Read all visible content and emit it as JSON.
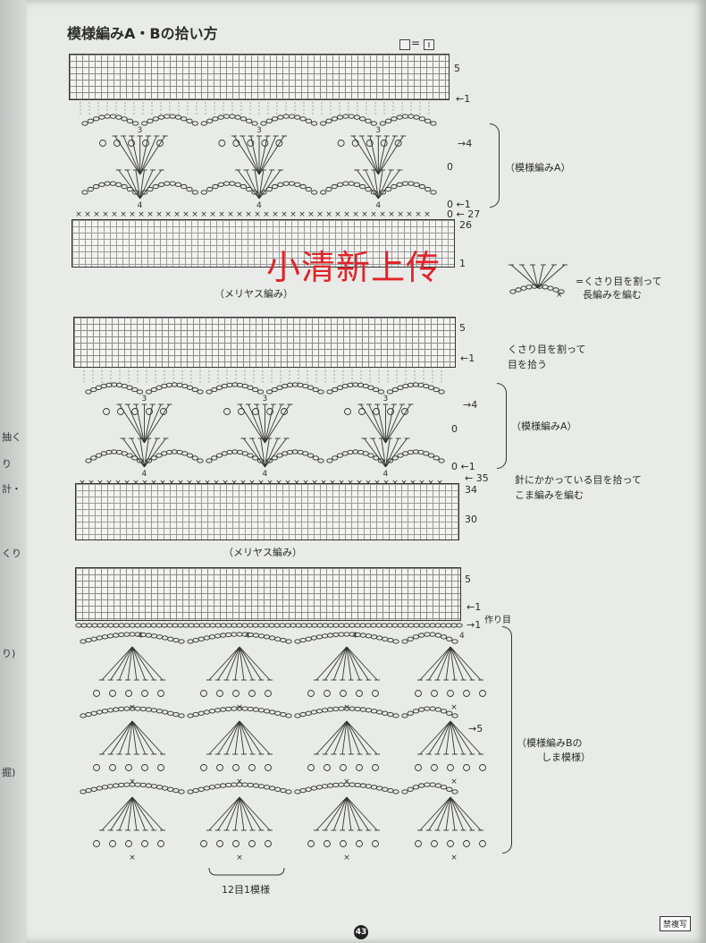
{
  "title": "模様編みA・Bの拾い方",
  "legend": {
    "equals": "="
  },
  "left_page": {
    "fragments": [
      "抽く",
      "り",
      "計・",
      "くり",
      "り)",
      "掘)"
    ]
  },
  "section1": {
    "rows_top": "5",
    "row_start": "←1",
    "pattern_rows": "→4",
    "pattern_zero": "0",
    "pattern_label": "（模様編みA）",
    "pattern_row1": "0 ←1",
    "pickup": "0 ← 27",
    "stockinette_rows": "26",
    "stockinette_row1": "1",
    "stockinette_label": "（メリヤス編み）",
    "chain_counts": [
      "3",
      "3",
      "3",
      "4",
      "4",
      "4"
    ]
  },
  "note_split_chain": {
    "text_line1": "=くさり目を割って",
    "text_line2": "長編みを編む"
  },
  "section2": {
    "rows_top": "5",
    "row_start": "←1",
    "pick_note_line1": "くさり目を割って",
    "pick_note_line2": "目を拾う",
    "pattern_rows": "→4",
    "pattern_zero": "0",
    "pattern_label": "（模様編みA）",
    "pattern_row1": "0 ←1",
    "pickup": "← 35",
    "pickup_note_line1": "針にかかっている目を拾って",
    "pickup_note_line2": "こま編みを編む",
    "stockinette_rows": "34",
    "stockinette_row30": "30",
    "stockinette_label": "（メリヤス編み）",
    "chain_counts": [
      "3",
      "3",
      "3",
      "4",
      "4",
      "4"
    ]
  },
  "section3": {
    "rows_top": "5",
    "row_start": "←1",
    "cast_on": "作り目",
    "cast_on_row": "→1",
    "pattern_rows": "→5",
    "pattern_label_line1": "（模様編みBの",
    "pattern_label_line2": "しま模様）",
    "repeat_label": "12目1模様",
    "chain_counts": [
      "4",
      "4",
      "4",
      "4"
    ]
  },
  "watermark": "小清新上传",
  "page_number": "43",
  "stamp": "禁複写"
}
